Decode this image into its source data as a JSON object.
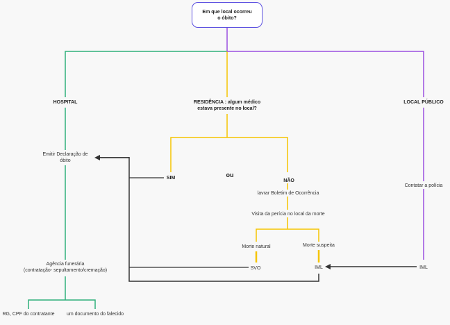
{
  "start": {
    "line1": "Em que local ocorreu",
    "line2": "o óbito?"
  },
  "branches": {
    "hospital": "HOSPITAL",
    "residencia_line1": "RESIDÊNCIA : algum médico",
    "residencia_line2": "estava presente no local?",
    "local_publico": "LOCAL PÚBLICO"
  },
  "hospital_path": {
    "emitir_line1": "Emitir Declaração de",
    "emitir_line2": "óbito",
    "agencia_line1": "Agência funerária",
    "agencia_line2": "(contratação- sepultamento/cremação)",
    "doc1": "RG, CPF do contratante",
    "doc2": "um documento do falecido"
  },
  "residencia_path": {
    "sim": "SIM",
    "ou": "ou",
    "nao": "NÃO",
    "boletim": "lavrar Boletim de Ocorrência",
    "pericia": "Visita da perícia no local da morte",
    "morte_natural": "Morte natural",
    "morte_suspeita": "Morte suspeita",
    "svo": "SVO",
    "iml": "IML"
  },
  "publico_path": {
    "contatar": "Contatar a polícia",
    "iml": "IML"
  },
  "colors": {
    "hospital": "#2fb07a",
    "residencia": "#f5c400",
    "publico": "#9b4fe0",
    "start_border": "#5b4fe0",
    "arrows": "#333333"
  }
}
